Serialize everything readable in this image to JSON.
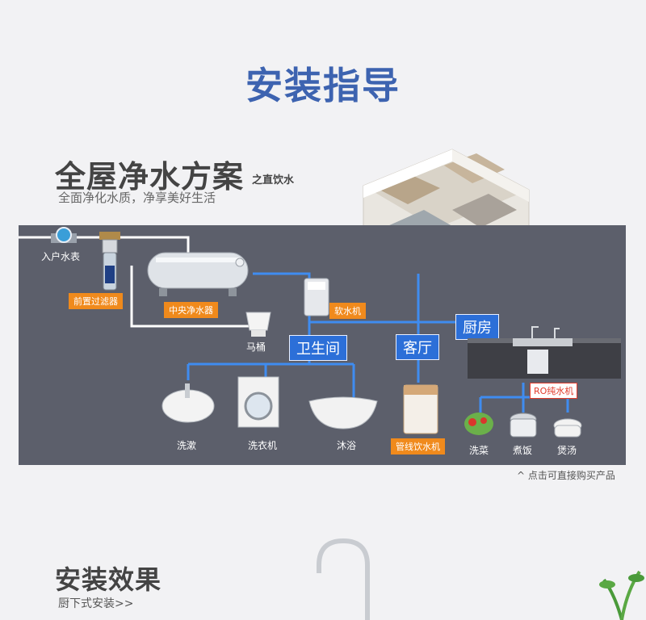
{
  "page_title": "安装指导",
  "hero": {
    "title": "全屋净水方案",
    "title_suffix": "之直饮水",
    "subtitle": "全面净化水质，净享美好生活"
  },
  "diagram": {
    "meter_label": "入户水表",
    "prefilter_label": "前置过滤器",
    "central_purifier_label": "中央净水器",
    "softener_label": "软水机",
    "toilet_label": "马桶",
    "bathroom_label": "卫生间",
    "living_room_label": "客厅",
    "kitchen_label": "厨房",
    "ro_label": "RO纯水机",
    "outlets": {
      "wash_face": "洗漱",
      "washer": "洗衣机",
      "bath": "沐浴",
      "dispenser": "管线饮水机",
      "wash_veg": "洗菜",
      "cook_rice": "煮饭",
      "soup": "煲汤"
    }
  },
  "note": "^ 点击可直接购买产品",
  "section2": {
    "title": "安装效果",
    "subtitle": "厨下式安装>>"
  }
}
